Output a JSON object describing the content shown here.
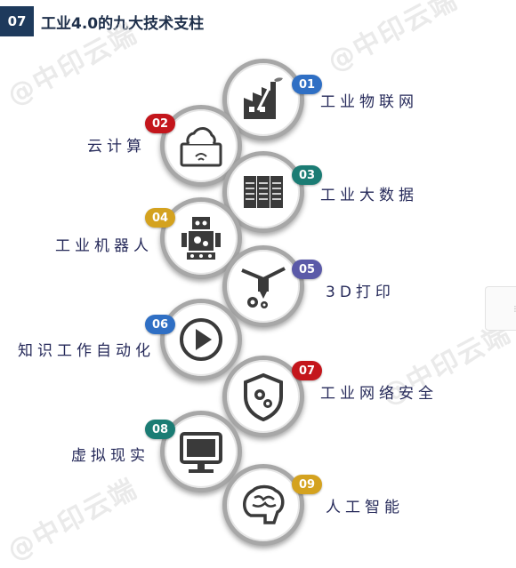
{
  "header": {
    "number": "07",
    "title": "工业4.0的九大技术支柱"
  },
  "watermark": "@中印云端",
  "items": [
    {
      "number": "01",
      "label": "工业物联网",
      "color": "#2f6fc4"
    },
    {
      "number": "02",
      "label": "云计算",
      "color": "#c4161c"
    },
    {
      "number": "03",
      "label": "工业大数据",
      "color": "#1b7c74"
    },
    {
      "number": "04",
      "label": "工业机器人",
      "color": "#d4a21f"
    },
    {
      "number": "05",
      "label": "3D打印",
      "color": "#5b5aa8"
    },
    {
      "number": "06",
      "label": "知识工作自动化",
      "color": "#2f6fc4"
    },
    {
      "number": "07",
      "label": "工业网络安全",
      "color": "#c4161c"
    },
    {
      "number": "08",
      "label": "虚拟现实",
      "color": "#1b7c74"
    },
    {
      "number": "09",
      "label": "人工智能",
      "color": "#d4a21f"
    }
  ]
}
